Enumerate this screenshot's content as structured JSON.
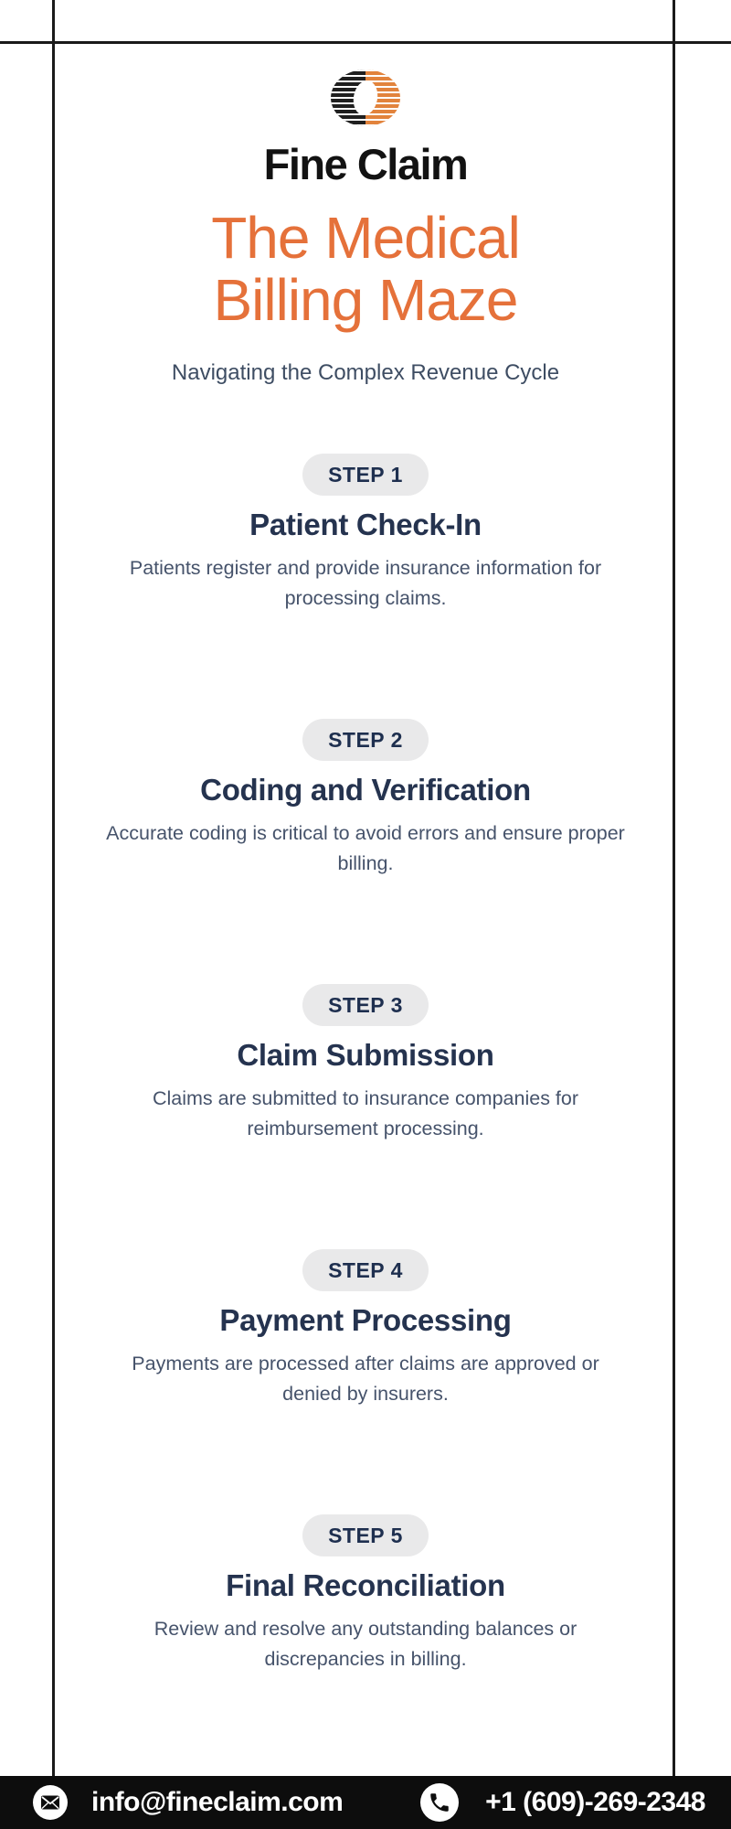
{
  "brand": {
    "name": "Fine Claim",
    "logo": "fine-claim-logo"
  },
  "header": {
    "title_line1": "The Medical",
    "title_line2": "Billing Maze",
    "subtitle": "Navigating the Complex Revenue Cycle"
  },
  "steps": [
    {
      "badge": "STEP 1",
      "title": "Patient Check-In",
      "description": "Patients register and provide insurance information for processing claims."
    },
    {
      "badge": "STEP 2",
      "title": "Coding and Verification",
      "description": "Accurate coding is critical to avoid errors and ensure proper billing."
    },
    {
      "badge": "STEP 3",
      "title": "Claim Submission",
      "description": "Claims are submitted to insurance companies for reimbursement processing."
    },
    {
      "badge": "STEP 4",
      "title": "Payment Processing",
      "description": "Payments are processed after claims are approved or denied by insurers."
    },
    {
      "badge": "STEP 5",
      "title": "Final Reconciliation",
      "description": "Review and resolve any outstanding balances or discrepancies in billing."
    }
  ],
  "footer": {
    "email": "info@fineclaim.com",
    "phone": "+1 (609)-269-2348",
    "email_icon": "mail-icon",
    "phone_icon": "phone-icon"
  },
  "colors": {
    "accent_orange": "#e5713a",
    "logo_orange": "#e2833c",
    "logo_black": "#1f1f1f",
    "heading_navy": "#25334f",
    "body_slate": "#46536b",
    "badge_bg": "#e9e9ea",
    "frame_line": "#1a1a1a",
    "footer_bg": "#0d0d0d"
  }
}
